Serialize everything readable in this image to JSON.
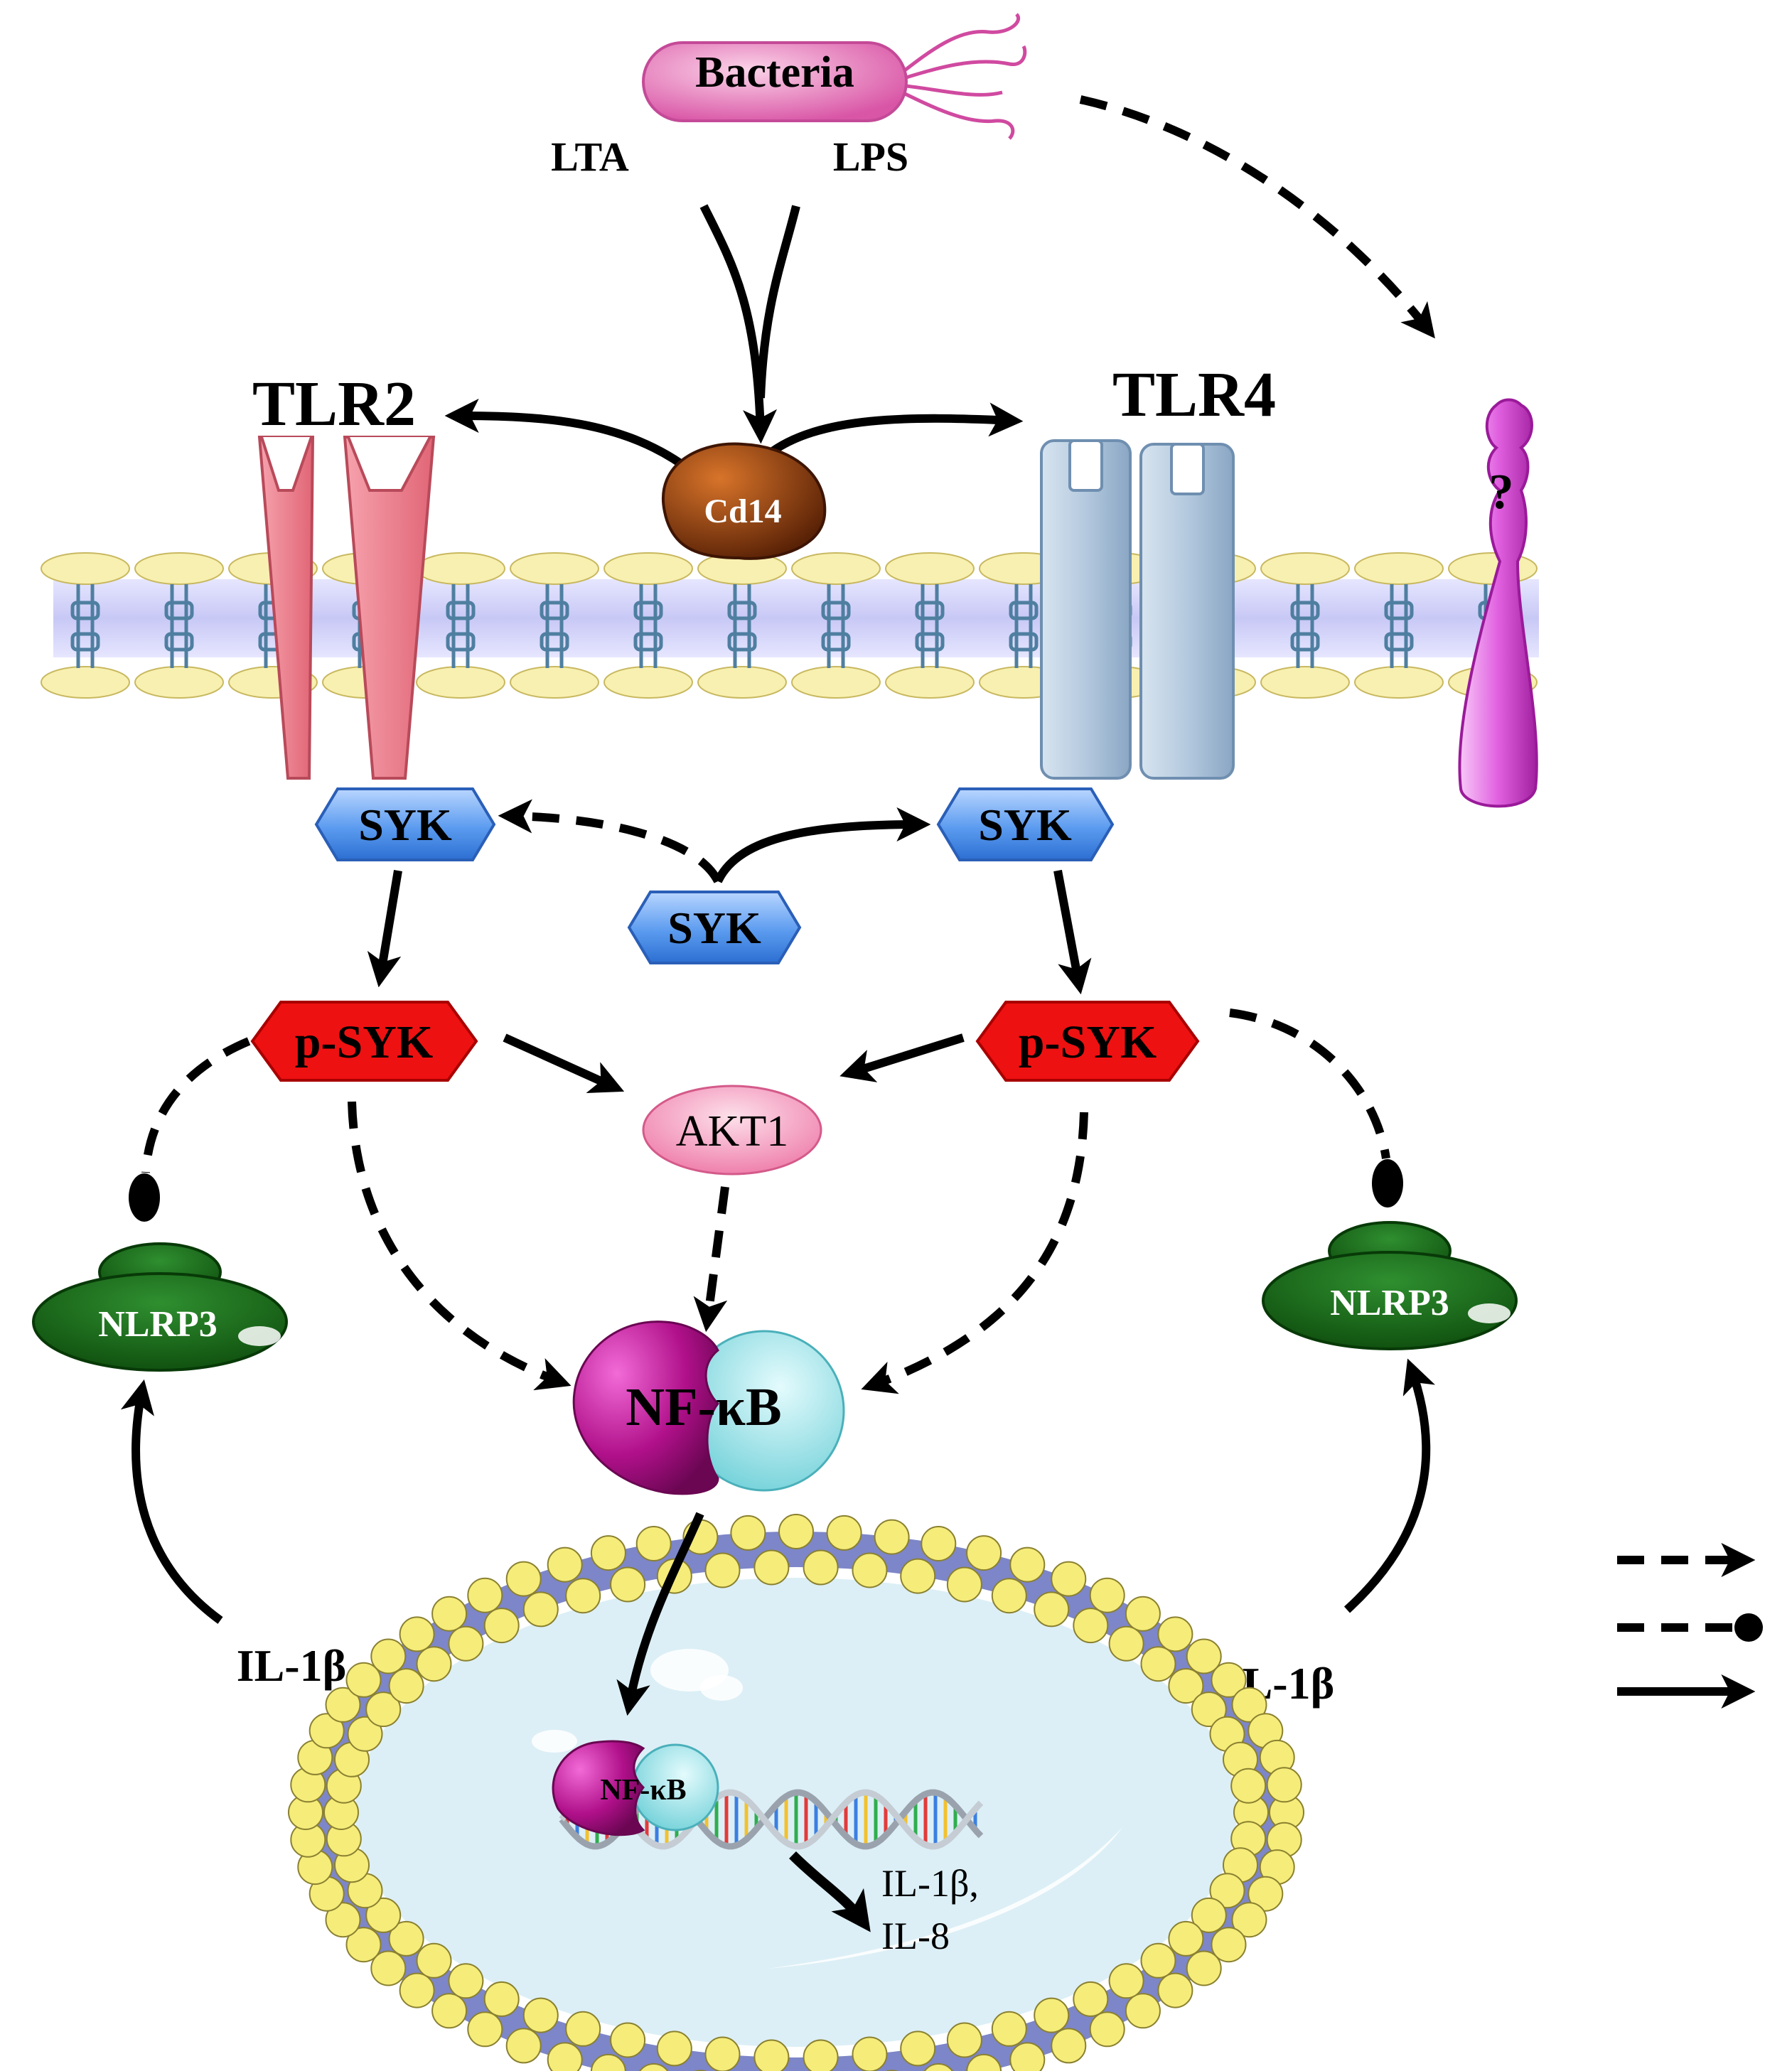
{
  "labels": {
    "bacteria": "Bacteria",
    "lta": "LTA",
    "lps": "LPS",
    "tlr2": "TLR2",
    "tlr4": "TLR4",
    "cd14": "Cd14",
    "unknown_receptor": "?",
    "syk_left": "SYK",
    "syk_right": "SYK",
    "syk_center": "SYK",
    "psyk_left": "p-SYK",
    "psyk_right": "p-SYK",
    "akt1": "AKT1",
    "nlrp3_left": "NLRP3",
    "nlrp3_right": "NLRP3",
    "nfkb": "NF-κB",
    "nfkb_nucleus": "NF-κB",
    "il1b_left": "IL-1β",
    "il1b_right": "IL-1β",
    "nucleus_products": [
      "IL-1β,",
      "IL-8"
    ]
  },
  "colors": {
    "tlr2": "#f08090",
    "tlr4": "#b8cde0",
    "cd14": "#8b3a0e",
    "syk": "#5b9bef",
    "psyk": "#ee1111",
    "akt1": "#f07aa8",
    "nlrp3": "#1b6a1b",
    "nfkb_left": "#b0108a",
    "nfkb_right": "#7fd6dc",
    "receptor": "#e060e0",
    "membrane_head": "#f8f0b0",
    "membrane_band": "#d6d6f8",
    "nucleus_ring": "#7d86c8",
    "nucleus_bead": "#f5ec7a",
    "nucleus_inside": "#dceff6"
  },
  "legend": [
    {
      "style": "dashed-arrow"
    },
    {
      "style": "dashed-inhibit"
    },
    {
      "style": "solid-arrow"
    }
  ]
}
